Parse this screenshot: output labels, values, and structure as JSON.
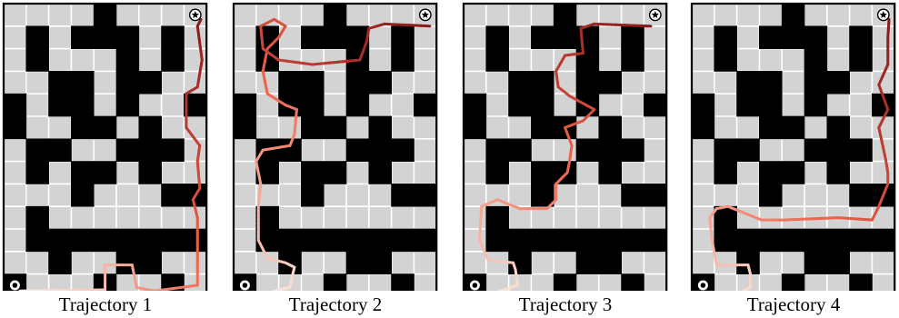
{
  "maze": {
    "rows": 13,
    "cols": 9,
    "wall_color": "#000000",
    "floor_color": "#d3d3d3",
    "grid_line_color": "#ffffff",
    "walls": [
      [
        4,
        0
      ],
      [
        1,
        1
      ],
      [
        3,
        1
      ],
      [
        4,
        1
      ],
      [
        5,
        1
      ],
      [
        7,
        1
      ],
      [
        1,
        2
      ],
      [
        5,
        2
      ],
      [
        7,
        2
      ],
      [
        2,
        3
      ],
      [
        3,
        3
      ],
      [
        5,
        3
      ],
      [
        6,
        3
      ],
      [
        0,
        4
      ],
      [
        2,
        4
      ],
      [
        3,
        4
      ],
      [
        5,
        4
      ],
      [
        8,
        4
      ],
      [
        0,
        5
      ],
      [
        3,
        5
      ],
      [
        4,
        5
      ],
      [
        6,
        5
      ],
      [
        1,
        6
      ],
      [
        2,
        6
      ],
      [
        5,
        6
      ],
      [
        6,
        6
      ],
      [
        7,
        6
      ],
      [
        1,
        7
      ],
      [
        3,
        7
      ],
      [
        4,
        7
      ],
      [
        6,
        7
      ],
      [
        3,
        8
      ],
      [
        7,
        8
      ],
      [
        8,
        8
      ],
      [
        1,
        9
      ],
      [
        1,
        10
      ],
      [
        2,
        10
      ],
      [
        3,
        10
      ],
      [
        4,
        10
      ],
      [
        5,
        10
      ],
      [
        6,
        10
      ],
      [
        7,
        10
      ],
      [
        8,
        10
      ],
      [
        2,
        11
      ],
      [
        5,
        11
      ],
      [
        6,
        11
      ],
      [
        0,
        12
      ],
      [
        4,
        12
      ],
      [
        7,
        12
      ]
    ],
    "goal_icon": "star-icon",
    "start_icon": "dot-icon",
    "goal_cell": [
      8,
      0
    ],
    "start_cell": [
      0,
      12
    ]
  },
  "path_gradient": {
    "start": "#fbeee6",
    "mid": "#f0634a",
    "end": "#8b1a1a"
  },
  "panels": [
    {
      "label": "Trajectory 1",
      "path": [
        [
          0.2,
          12.25
        ],
        [
          4,
          12.2
        ],
        [
          4,
          11.1
        ],
        [
          5.2,
          11.1
        ],
        [
          5.4,
          12.1
        ],
        [
          6.2,
          12.25
        ],
        [
          8.1,
          12
        ],
        [
          8.1,
          9
        ],
        [
          7.9,
          8.2
        ],
        [
          8.2,
          7.7
        ],
        [
          8.1,
          6.5
        ],
        [
          8.2,
          5.8
        ],
        [
          7.6,
          5
        ],
        [
          7.6,
          3.5
        ],
        [
          8.1,
          3.2
        ],
        [
          8.3,
          2
        ],
        [
          8.1,
          0.5
        ],
        [
          8.25,
          0.2
        ]
      ]
    },
    {
      "label": "Trajectory 2",
      "path": [
        [
          0.5,
          12.5
        ],
        [
          1.5,
          12.2
        ],
        [
          2,
          12.1
        ],
        [
          2.1,
          11.6
        ],
        [
          2.2,
          11.2
        ],
        [
          1.8,
          11
        ],
        [
          1,
          10.8
        ],
        [
          0.6,
          10
        ],
        [
          0.6,
          8.5
        ],
        [
          0.7,
          7.5
        ],
        [
          0.5,
          6.5
        ],
        [
          0.8,
          6
        ],
        [
          2,
          5.8
        ],
        [
          2.2,
          5.3
        ],
        [
          2.3,
          4.2
        ],
        [
          1.8,
          4
        ],
        [
          1,
          3.5
        ],
        [
          0.8,
          2.5
        ],
        [
          1,
          1.5
        ],
        [
          1.5,
          1
        ],
        [
          1.8,
          0.5
        ],
        [
          1.3,
          0.2
        ],
        [
          0.7,
          0.5
        ],
        [
          0.8,
          1.5
        ],
        [
          1.5,
          2
        ],
        [
          3,
          2.2
        ],
        [
          5.1,
          2
        ],
        [
          5.4,
          1.2
        ],
        [
          5.5,
          0.6
        ],
        [
          6.2,
          0.4
        ],
        [
          8.2,
          0.5
        ]
      ]
    },
    {
      "label": "Trajectory 3",
      "path": [
        [
          0.3,
          12.5
        ],
        [
          1,
          12.3
        ],
        [
          1.9,
          12
        ],
        [
          1.8,
          11.3
        ],
        [
          1.7,
          11
        ],
        [
          0.6,
          10.9
        ],
        [
          0.2,
          10
        ],
        [
          0.3,
          8.5
        ],
        [
          1,
          8.2
        ],
        [
          2,
          8.6
        ],
        [
          3.2,
          8.6
        ],
        [
          3.6,
          8.2
        ],
        [
          3.6,
          7.5
        ],
        [
          4.1,
          7
        ],
        [
          4.2,
          6.5
        ],
        [
          4.3,
          5.8
        ],
        [
          4,
          5
        ],
        [
          4.8,
          4.7
        ],
        [
          5.3,
          4.2
        ],
        [
          4.2,
          3.6
        ],
        [
          3.7,
          3.2
        ],
        [
          3.6,
          2.5
        ],
        [
          4,
          1.8
        ],
        [
          4.8,
          1.7
        ],
        [
          4.7,
          0.6
        ],
        [
          5.3,
          0.4
        ],
        [
          7.8,
          0.5
        ]
      ]
    },
    {
      "label": "Trajectory 4",
      "path": [
        [
          0.4,
          12.5
        ],
        [
          1.5,
          12.4
        ],
        [
          2.1,
          12.1
        ],
        [
          2.1,
          11.5
        ],
        [
          2,
          11.1
        ],
        [
          0.6,
          11.1
        ],
        [
          0.4,
          10
        ],
        [
          0.3,
          9
        ],
        [
          0.6,
          8.6
        ],
        [
          1.1,
          8.5
        ],
        [
          2.6,
          9.1
        ],
        [
          3.6,
          9.1
        ],
        [
          6,
          9
        ],
        [
          7.5,
          9.1
        ],
        [
          7.8,
          8.5
        ],
        [
          8.2,
          7.5
        ],
        [
          8.2,
          7
        ],
        [
          8.1,
          6.4
        ],
        [
          7.8,
          5
        ],
        [
          8.2,
          4.2
        ],
        [
          7.8,
          3.1
        ],
        [
          8.2,
          2.2
        ],
        [
          8.2,
          1
        ],
        [
          8.25,
          0.2
        ]
      ]
    }
  ]
}
